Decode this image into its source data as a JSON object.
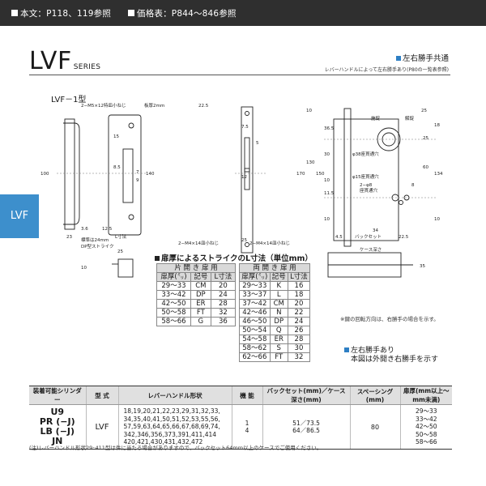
{
  "header": {
    "ref_body": "本文：P118、119参照",
    "ref_price": "価格表：P844～846参照"
  },
  "brand": {
    "name": "LVF",
    "series": "SERIES"
  },
  "notes_top": {
    "common": "左右勝手共通",
    "lever": "レバーハンドルによって左右勝手あり(P80の一覧表参照)"
  },
  "side_tab": "LVF",
  "model_label": "LVF－1型",
  "drawing_labels": {
    "screw1": "2−M5×12特皿小ねじ",
    "plate": "板厚2mm",
    "std": "標準は24mm",
    "dp": "DP型ストライク",
    "l_dim": "L寸法",
    "screw2": "2−M4×14皿小ねじ",
    "screw3": "2−M4×14皿小ねじ",
    "backset": "バックセット",
    "case_depth": "ケース深さ",
    "hole38": "φ38座貫通穴",
    "hole15": "φ15座貫通穴",
    "hole8": "2−φ8",
    "hole8b": "座貫通穴",
    "lock": "施錠",
    "unlock": "解錠",
    "dims": [
      "3.6",
      "23",
      "12.5",
      "100",
      "15",
      "8.5",
      "7",
      "9",
      "140",
      "25",
      "22.5",
      "7.5",
      "12",
      "5",
      "25",
      "10",
      "130",
      "170",
      "150",
      "36.5",
      "10",
      "30",
      "11.5",
      "8",
      "25",
      "60",
      "4.5",
      "34",
      "22.5",
      "134",
      "10",
      "18",
      "10",
      "35",
      "10",
      "25"
    ]
  },
  "strike_table": {
    "title": "扉厚によるストライクのL寸法（単位mm）",
    "single": {
      "heading": "片 開 き 扉 用",
      "cols": [
        "扉厚(㍉)",
        "記号",
        "L寸法"
      ],
      "rows": [
        [
          "29〜33",
          "CM",
          "20"
        ],
        [
          "33〜42",
          "DP",
          "24"
        ],
        [
          "42〜50",
          "ER",
          "28"
        ],
        [
          "50〜58",
          "FT",
          "32"
        ],
        [
          "58〜66",
          "G",
          "36"
        ]
      ]
    },
    "double": {
      "heading": "両 開 き 扉 用",
      "cols": [
        "扉厚(㍉)",
        "記号",
        "L寸法"
      ],
      "rows": [
        [
          "29〜33",
          "K",
          "16"
        ],
        [
          "33〜37",
          "L",
          "18"
        ],
        [
          "37〜42",
          "CM",
          "20"
        ],
        [
          "42〜46",
          "N",
          "22"
        ],
        [
          "46〜50",
          "DP",
          "24"
        ],
        [
          "50〜54",
          "Q",
          "26"
        ],
        [
          "54〜58",
          "ER",
          "28"
        ],
        [
          "58〜62",
          "S",
          "30"
        ],
        [
          "62〜66",
          "FT",
          "32"
        ]
      ]
    }
  },
  "note_rotation": "※鍵の回転方向は、右勝手の場合を示す。",
  "note_lr": {
    "line1": "左右勝手あり",
    "line2": "本図は外開き右勝手を示す"
  },
  "spec_table": {
    "headers": [
      "装着可能シリンダー",
      "型 式",
      "レバーハンドル形状",
      "機 能",
      "バックセット(mm)／ケース深さ(mm)",
      "スペーシング(mm)",
      "扉厚(mm以上〜mm未満)"
    ],
    "cylinders": [
      "U9",
      "PR (−J)",
      "LB (−J)",
      "JN"
    ],
    "model": "LVF",
    "levers": [
      "18,19,20,21,22,23,29,31,32,33,",
      "34,35,40,41,50,51,52,53,55,56,",
      "57,59,63,64,65,66,67,68,69,74,",
      "342,346,356,373,391,411,414",
      "420,421,430,431,432,472"
    ],
    "functions": [
      "1",
      "4"
    ],
    "backset": [
      "51／73.5",
      "64／86.5"
    ],
    "spacing": "80",
    "door": [
      "29〜33",
      "33〜42",
      "42〜50",
      "50〜58",
      "58〜66"
    ]
  },
  "footnote": "(注)レバーハンドル形状29･411型は件に当たる場合がありますので、バックセット64mm以上のケースでご使用ください。"
}
